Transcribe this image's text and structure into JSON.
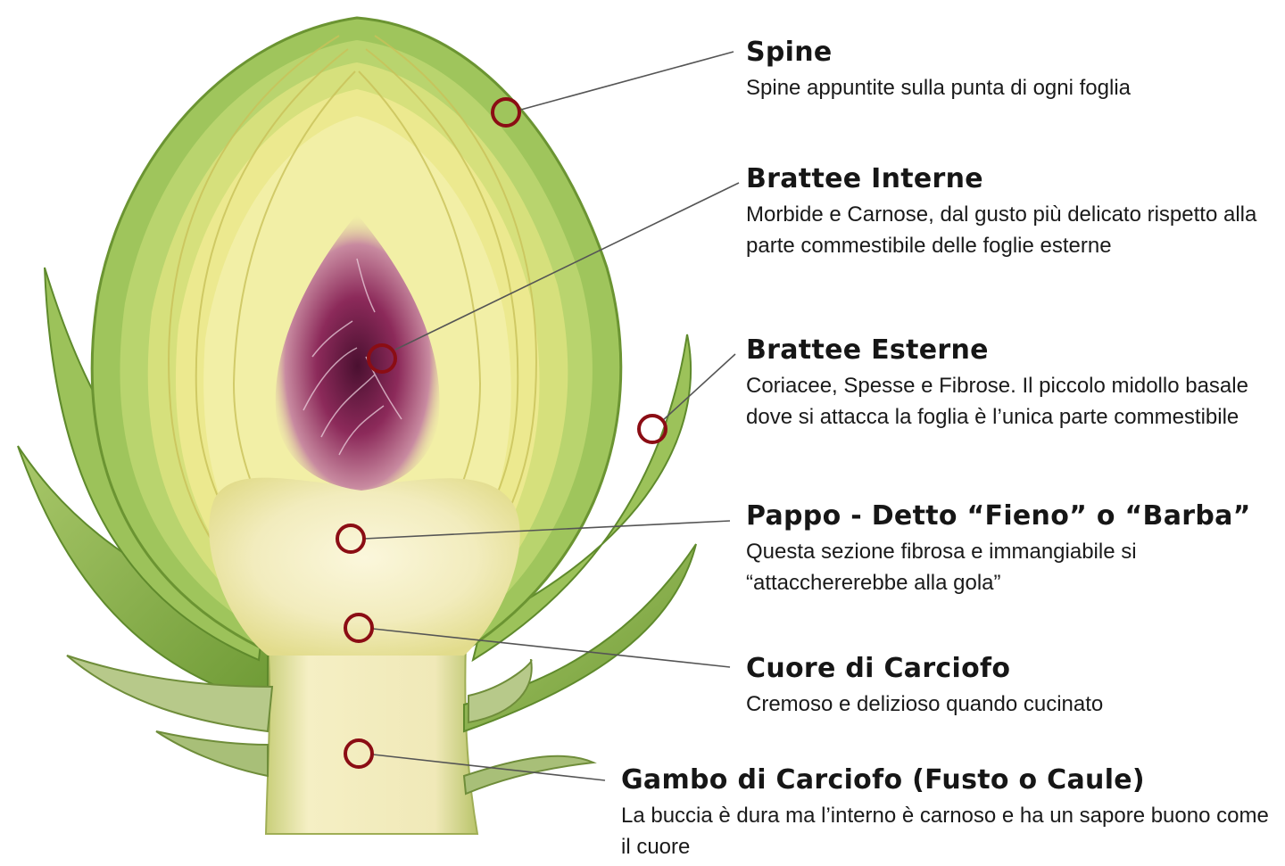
{
  "colors": {
    "marker": "#8b0d14",
    "leader_line": "#555555",
    "leaf_green": "#8fb84a",
    "leaf_yellow": "#e8e48a",
    "heart_cream": "#f4efc6",
    "choke_purple": "#7a1f45"
  },
  "labels": [
    {
      "id": "spine",
      "title": "Spine",
      "description": "Spine appuntite sulla punta di ogni foglia"
    },
    {
      "id": "brattee-interne",
      "title": "Brattee Interne",
      "description": "Morbide e Carnose, dal gusto più delicato rispetto alla parte commestibile delle foglie esterne"
    },
    {
      "id": "brattee-esterne",
      "title": "Brattee Esterne",
      "description": "Coriacee, Spesse e Fibrose. Il piccolo midollo basale dove si attacca la foglia è l’unica parte commestibile"
    },
    {
      "id": "pappo",
      "title": "Pappo - Detto “Fieno” o “Barba”",
      "description": "Questa sezione fibrosa e immangiabile si “attacchererebbe alla gola”"
    },
    {
      "id": "cuore",
      "title": "Cuore di Carciofo",
      "description": "Cremoso e delizioso quando cucinato"
    },
    {
      "id": "gambo",
      "title": "Gambo di Carciofo (Fusto o Caule)",
      "description": "La buccia è dura ma l’interno è carnoso e ha un sapore buono come il cuore"
    }
  ]
}
